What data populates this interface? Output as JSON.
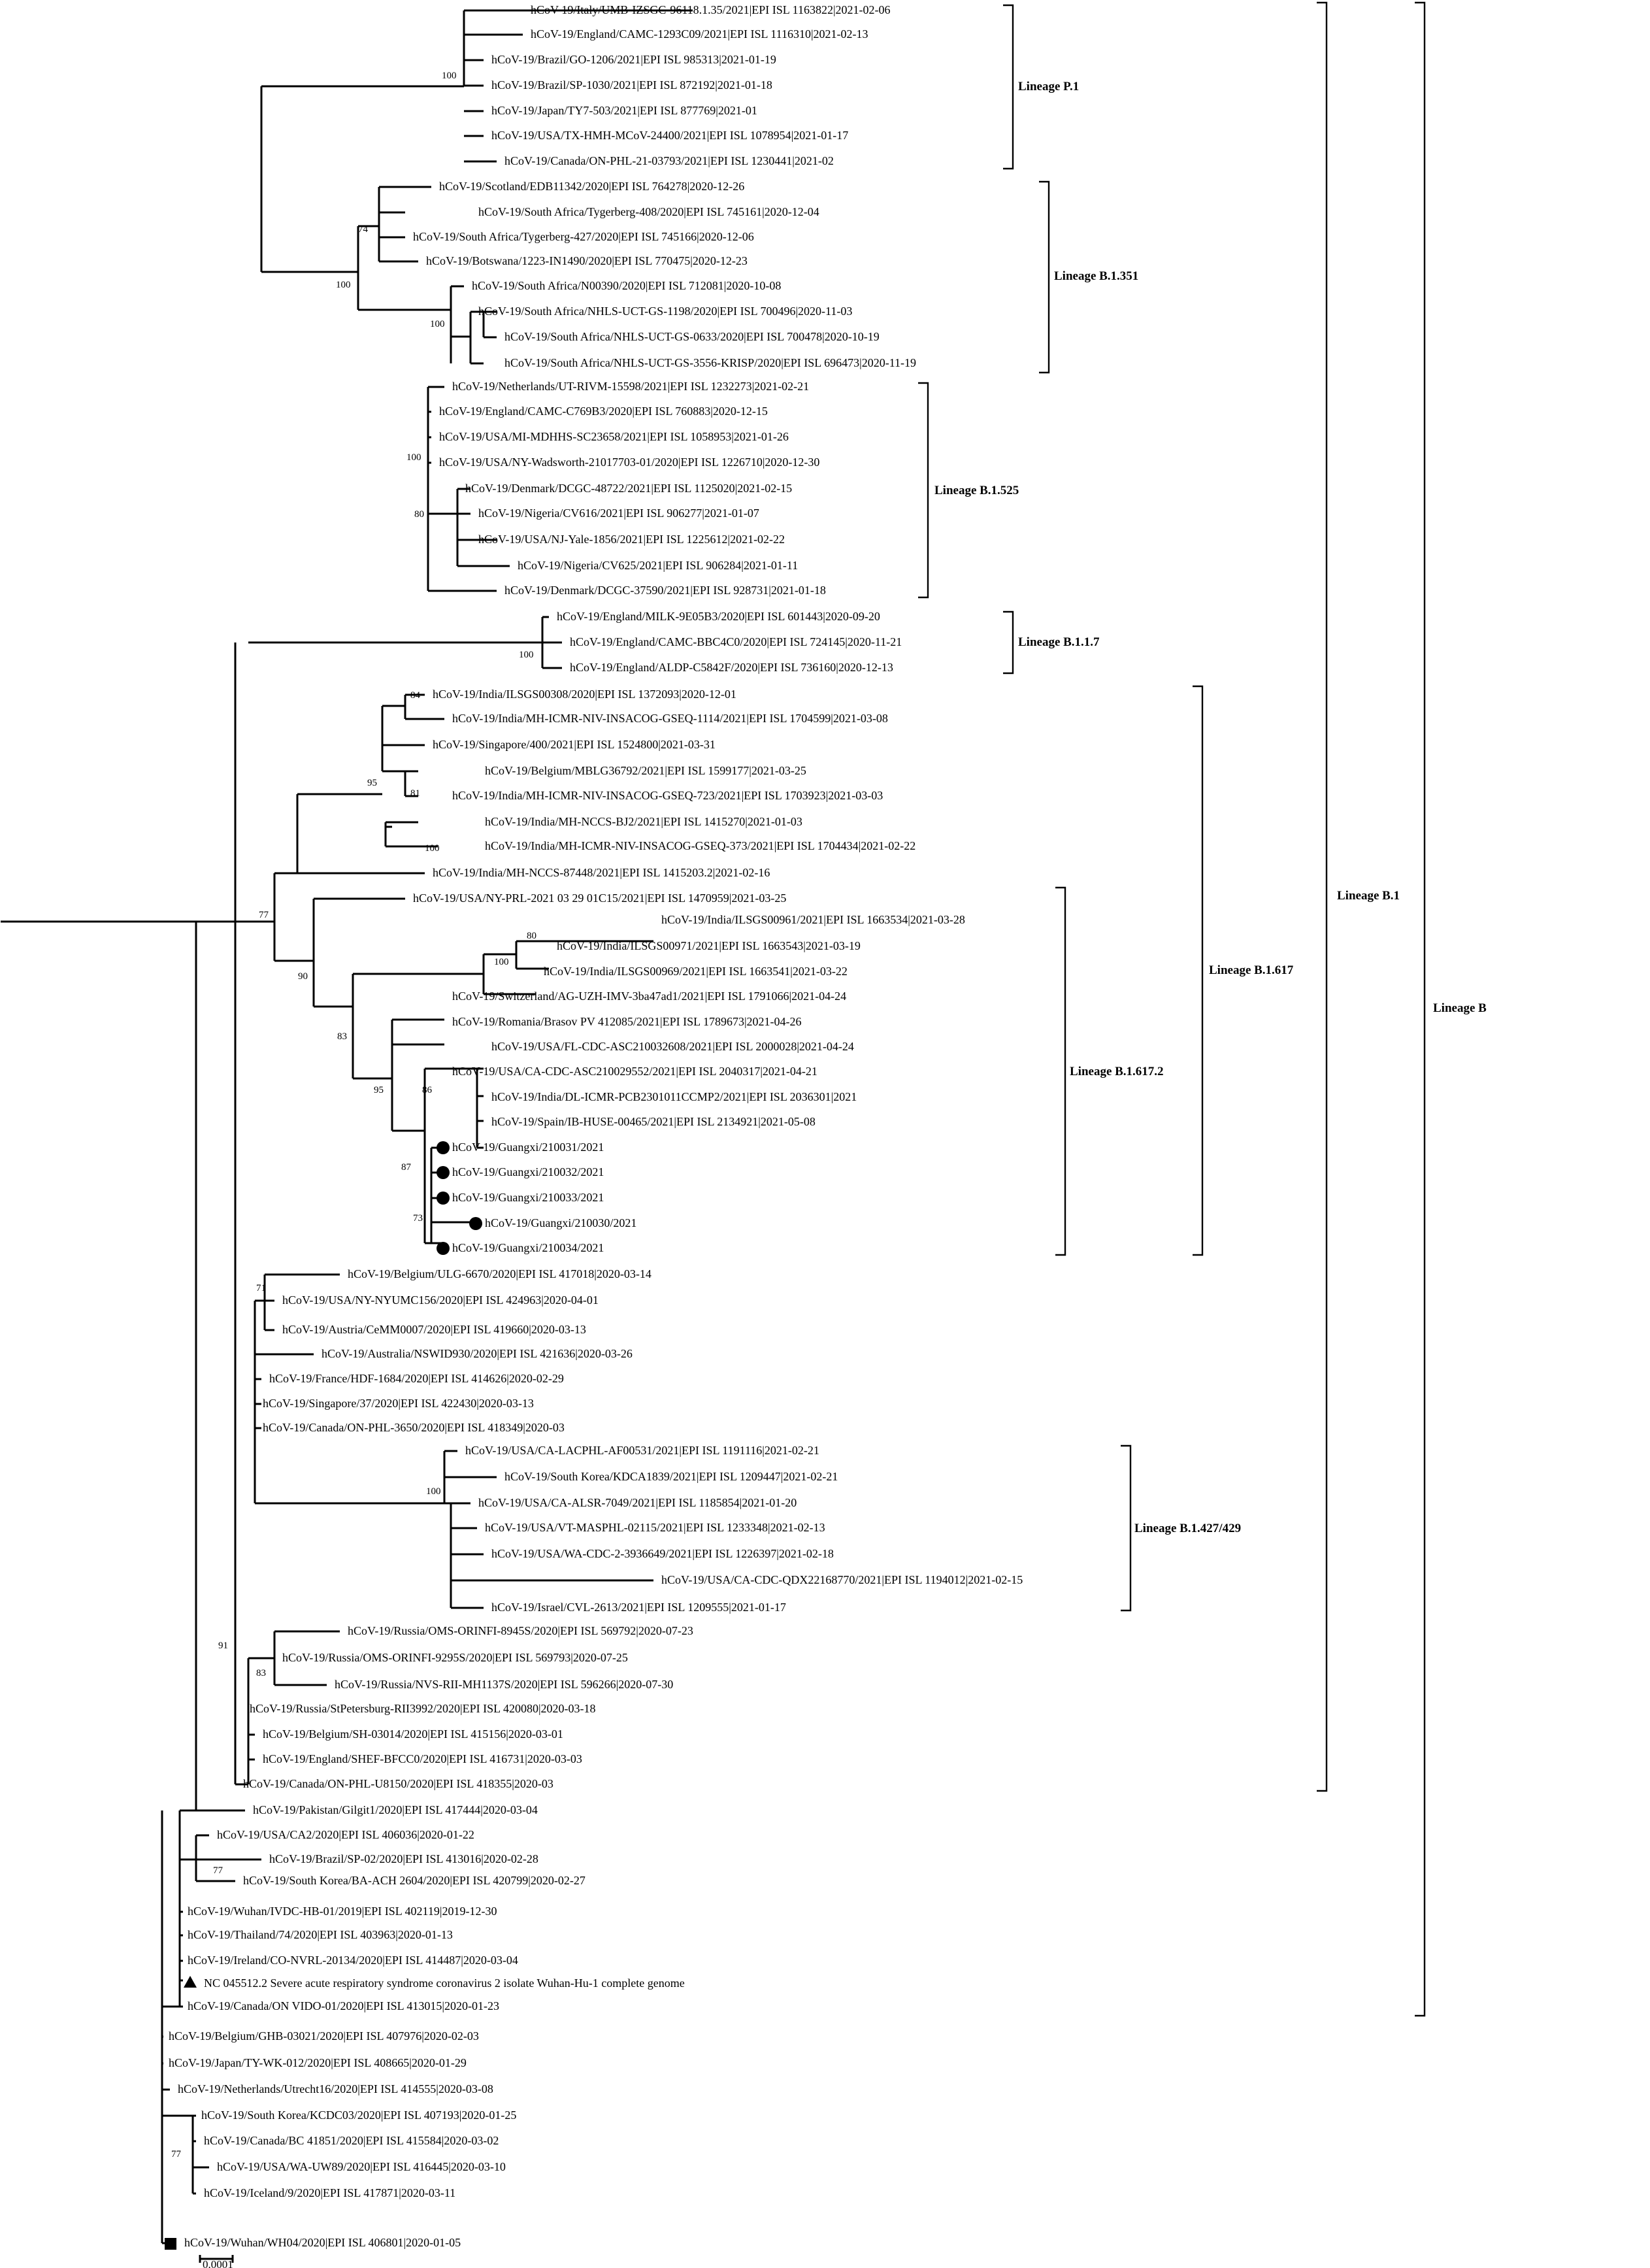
{
  "tips": {
    "t1": "hCoV-19/Italy/UMB-IZSGC-96118.1.35/2021|EPI ISL 1163822|2021-02-06",
    "t2": "hCoV-19/England/CAMC-1293C09/2021|EPI ISL 1116310|2021-02-13",
    "t3": "hCoV-19/Brazil/GO-1206/2021|EPI ISL 985313|2021-01-19",
    "t4": "hCoV-19/Brazil/SP-1030/2021|EPI ISL 872192|2021-01-18",
    "t5": "hCoV-19/Japan/TY7-503/2021|EPI ISL 877769|2021-01",
    "t6": "hCoV-19/USA/TX-HMH-MCoV-24400/2021|EPI ISL 1078954|2021-01-17",
    "t7": "hCoV-19/Canada/ON-PHL-21-03793/2021|EPI ISL 1230441|2021-02",
    "t8": "hCoV-19/Scotland/EDB11342/2020|EPI ISL 764278|2020-12-26",
    "t9": "hCoV-19/South Africa/Tygerberg-408/2020|EPI ISL 745161|2020-12-04",
    "t10": "hCoV-19/South Africa/Tygerberg-427/2020|EPI ISL 745166|2020-12-06",
    "t11": "hCoV-19/Botswana/1223-IN1490/2020|EPI ISL 770475|2020-12-23",
    "t12": "hCoV-19/South Africa/N00390/2020|EPI ISL 712081|2020-10-08",
    "t13": "hCoV-19/South Africa/NHLS-UCT-GS-1198/2020|EPI ISL 700496|2020-11-03",
    "t14": "hCoV-19/South Africa/NHLS-UCT-GS-0633/2020|EPI ISL 700478|2020-10-19",
    "t15": "hCoV-19/South Africa/NHLS-UCT-GS-3556-KRISP/2020|EPI ISL 696473|2020-11-19",
    "t16": "hCoV-19/Netherlands/UT-RIVM-15598/2021|EPI ISL 1232273|2021-02-21",
    "t17": "hCoV-19/England/CAMC-C769B3/2020|EPI ISL 760883|2020-12-15",
    "t18": "hCoV-19/USA/MI-MDHHS-SC23658/2021|EPI ISL 1058953|2021-01-26",
    "t19": "hCoV-19/USA/NY-Wadsworth-21017703-01/2020|EPI ISL 1226710|2020-12-30",
    "t20": "hCoV-19/Denmark/DCGC-48722/2021|EPI ISL 1125020|2021-02-15",
    "t21": "hCoV-19/Nigeria/CV616/2021|EPI ISL 906277|2021-01-07",
    "t22": "hCoV-19/USA/NJ-Yale-1856/2021|EPI ISL 1225612|2021-02-22",
    "t23": "hCoV-19/Nigeria/CV625/2021|EPI ISL 906284|2021-01-11",
    "t24": "hCoV-19/Denmark/DCGC-37590/2021|EPI ISL 928731|2021-01-18",
    "t25": "hCoV-19/England/MILK-9E05B3/2020|EPI ISL 601443|2020-09-20",
    "t26": "hCoV-19/England/CAMC-BBC4C0/2020|EPI ISL 724145|2020-11-21",
    "t27": "hCoV-19/England/ALDP-C5842F/2020|EPI ISL 736160|2020-12-13",
    "t28": "hCoV-19/India/ILSGS00308/2020|EPI ISL 1372093|2020-12-01",
    "t29": "hCoV-19/India/MH-ICMR-NIV-INSACOG-GSEQ-1114/2021|EPI ISL 1704599|2021-03-08",
    "t30": "hCoV-19/Singapore/400/2021|EPI ISL 1524800|2021-03-31",
    "t31": "hCoV-19/Belgium/MBLG36792/2021|EPI ISL 1599177|2021-03-25",
    "t32": "hCoV-19/India/MH-ICMR-NIV-INSACOG-GSEQ-723/2021|EPI ISL 1703923|2021-03-03",
    "t33": "hCoV-19/India/MH-NCCS-BJ2/2021|EPI ISL 1415270|2021-01-03",
    "t34": "hCoV-19/India/MH-ICMR-NIV-INSACOG-GSEQ-373/2021|EPI ISL 1704434|2021-02-22",
    "t35": "hCoV-19/India/MH-NCCS-87448/2021|EPI ISL 1415203.2|2021-02-16",
    "t36": "hCoV-19/USA/NY-PRL-2021 03 29 01C15/2021|EPI ISL 1470959|2021-03-25",
    "t37": "hCoV-19/India/ILSGS00961/2021|EPI ISL 1663534|2021-03-28",
    "t38": "hCoV-19/India/ILSGS00971/2021|EPI ISL 1663543|2021-03-19",
    "t39": "hCoV-19/India/ILSGS00969/2021|EPI ISL 1663541|2021-03-22",
    "t40": "hCoV-19/Switzerland/AG-UZH-IMV-3ba47ad1/2021|EPI ISL 1791066|2021-04-24",
    "t41": "hCoV-19/Romania/Brasov PV 412085/2021|EPI ISL 1789673|2021-04-26",
    "t42": "hCoV-19/USA/FL-CDC-ASC210032608/2021|EPI ISL 2000028|2021-04-24",
    "t43": "hCoV-19/USA/CA-CDC-ASC210029552/2021|EPI ISL 2040317|2021-04-21",
    "t44": "hCoV-19/India/DL-ICMR-PCB2301011CCMP2/2021|EPI ISL 2036301|2021",
    "t45": "hCoV-19/Spain/IB-HUSE-00465/2021|EPI ISL 2134921|2021-05-08",
    "t46": "hCoV-19/Guangxi/210031/2021",
    "t47": "hCoV-19/Guangxi/210032/2021",
    "t48": "hCoV-19/Guangxi/210033/2021",
    "t49": "hCoV-19/Guangxi/210030/2021",
    "t50": "hCoV-19/Guangxi/210034/2021",
    "t51": "hCoV-19/Belgium/ULG-6670/2020|EPI ISL 417018|2020-03-14",
    "t52": "hCoV-19/USA/NY-NYUMC156/2020|EPI ISL 424963|2020-04-01",
    "t53": "hCoV-19/Austria/CeMM0007/2020|EPI ISL 419660|2020-03-13",
    "t54": "hCoV-19/Australia/NSWID930/2020|EPI ISL 421636|2020-03-26",
    "t55": "hCoV-19/France/HDF-1684/2020|EPI ISL 414626|2020-02-29",
    "t56": "hCoV-19/Singapore/37/2020|EPI ISL 422430|2020-03-13",
    "t57": "hCoV-19/Canada/ON-PHL-3650/2020|EPI ISL 418349|2020-03",
    "t58": "hCoV-19/USA/CA-LACPHL-AF00531/2021|EPI ISL 1191116|2021-02-21",
    "t59": "hCoV-19/South Korea/KDCA1839/2021|EPI ISL 1209447|2021-02-21",
    "t60": "hCoV-19/USA/CA-ALSR-7049/2021|EPI ISL 1185854|2021-01-20",
    "t61": "hCoV-19/USA/VT-MASPHL-02115/2021|EPI ISL 1233348|2021-02-13",
    "t62": "hCoV-19/USA/WA-CDC-2-3936649/2021|EPI ISL 1226397|2021-02-18",
    "t63": "hCoV-19/USA/CA-CDC-QDX22168770/2021|EPI ISL 1194012|2021-02-15",
    "t64": "hCoV-19/Israel/CVL-2613/2021|EPI ISL 1209555|2021-01-17",
    "t65": "hCoV-19/Russia/OMS-ORINFI-8945S/2020|EPI ISL 569792|2020-07-23",
    "t66": "hCoV-19/Russia/OMS-ORINFI-9295S/2020|EPI ISL 569793|2020-07-25",
    "t67": "hCoV-19/Russia/NVS-RII-MH1137S/2020|EPI ISL 596266|2020-07-30",
    "t68": "hCoV-19/Russia/StPetersburg-RII3992/2020|EPI ISL 420080|2020-03-18",
    "t69": "hCoV-19/Belgium/SH-03014/2020|EPI ISL 415156|2020-03-01",
    "t70": "hCoV-19/England/SHEF-BFCC0/2020|EPI ISL 416731|2020-03-03",
    "t71": "hCoV-19/Canada/ON-PHL-U8150/2020|EPI ISL 418355|2020-03",
    "t72": "hCoV-19/Pakistan/Gilgit1/2020|EPI ISL 417444|2020-03-04",
    "t73": "hCoV-19/USA/CA2/2020|EPI ISL 406036|2020-01-22",
    "t74": "hCoV-19/Brazil/SP-02/2020|EPI ISL 413016|2020-02-28",
    "t75": "hCoV-19/South Korea/BA-ACH 2604/2020|EPI ISL 420799|2020-02-27",
    "t76": "hCoV-19/Wuhan/IVDC-HB-01/2019|EPI ISL 402119|2019-12-30",
    "t77": "hCoV-19/Thailand/74/2020|EPI ISL 403963|2020-01-13",
    "t78": "hCoV-19/Ireland/CO-NVRL-20134/2020|EPI ISL 414487|2020-03-04",
    "t79": "NC 045512.2 Severe acute respiratory syndrome coronavirus 2 isolate Wuhan-Hu-1 complete genome",
    "t80": "hCoV-19/Canada/ON VIDO-01/2020|EPI ISL 413015|2020-01-23",
    "t81": "hCoV-19/Belgium/GHB-03021/2020|EPI ISL 407976|2020-02-03",
    "t82": "hCoV-19/Japan/TY-WK-012/2020|EPI ISL 408665|2020-01-29",
    "t83": "hCoV-19/Netherlands/Utrecht16/2020|EPI ISL 414555|2020-03-08",
    "t84": "hCoV-19/South Korea/KCDC03/2020|EPI ISL 407193|2020-01-25",
    "t85": "hCoV-19/Canada/BC 41851/2020|EPI ISL 415584|2020-03-02",
    "t86": "hCoV-19/USA/WA-UW89/2020|EPI ISL 416445|2020-03-10",
    "t87": "hCoV-19/Iceland/9/2020|EPI ISL 417871|2020-03-11",
    "t88": "hCoV-19/Wuhan/WH04/2020|EPI ISL 406801|2020-01-05"
  },
  "bootstrap": {
    "n_p1": "100",
    "n_351": "100",
    "n_351a": "74",
    "n_351b": "100",
    "n_525": "100",
    "n_525a": "80",
    "n_117": "100",
    "n_a84": "84",
    "n_a95": "95",
    "n_a81": "81",
    "n_a100": "100",
    "n_77": "77",
    "n_90": "90",
    "n_61780": "100",
    "n_61780b": "80",
    "n_83": "83",
    "n_95d": "95",
    "n_86": "86",
    "n_87": "87",
    "n_73": "73",
    "n_71": "71",
    "n_427": "100",
    "n_91": "91",
    "n_ru83": "83",
    "n_kr77": "77",
    "n_bot77": "77"
  },
  "lineages": {
    "P1": "Lineage P.1",
    "B1351": "Lineage B.1.351",
    "B1525": "Lineage B.1.525",
    "B117": "Lineage B.1.1.7",
    "B1617": "Lineage B.1.617",
    "B16172": "Lineage B.1.617.2",
    "B1427": "Lineage B.1.427/429",
    "B1": "Lineage B.1",
    "B": "Lineage B"
  },
  "scale_bar": {
    "label": "0.0001"
  },
  "markers": {
    "guangxi_samples": "filled-circle",
    "reference_genome": "filled-triangle",
    "root_sample": "filled-square"
  }
}
